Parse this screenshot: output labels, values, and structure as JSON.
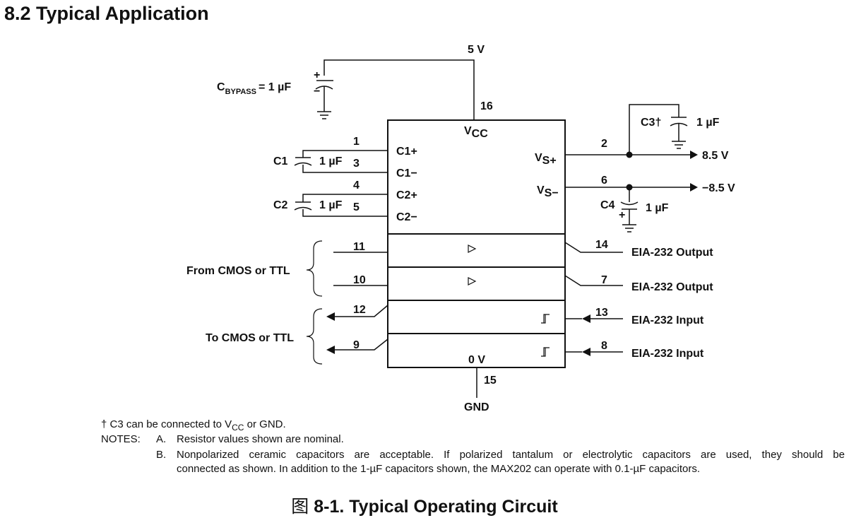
{
  "heading": "8.2 Typical Application",
  "labels": {
    "supply": "5 V",
    "cbypass_c": "C",
    "cbypass_sub": "BYPASS",
    "cbypass_val": "= 1 µF",
    "plus": "+",
    "minus": "−",
    "vcc_v": "V",
    "vcc_sub": "CC",
    "vs_plus_v": "V",
    "vs_plus_sub": "S+",
    "vs_minus_v": "V",
    "vs_minus_sub": "S−",
    "c1": "C1",
    "c2": "C2",
    "c3": "C3",
    "c3_dagger": "†",
    "c4": "C4",
    "cap_value": "1 µF",
    "c1p": "C1+",
    "c1m": "C1−",
    "c2p": "C2+",
    "c2m": "C2−",
    "out_pos": "8.5 V",
    "out_neg": "−8.5 V",
    "from_cmos": "From CMOS or TTL",
    "to_cmos": "To CMOS or TTL",
    "eia_output": "EIA-232 Output",
    "eia_input": "EIA-232 Input",
    "zero_v": "0 V",
    "gnd": "GND"
  },
  "pins": {
    "p16": "16",
    "p1": "1",
    "p3": "3",
    "p4": "4",
    "p5": "5",
    "p2": "2",
    "p6": "6",
    "p11": "11",
    "p10": "10",
    "p12": "12",
    "p9": "9",
    "p14": "14",
    "p7": "7",
    "p13": "13",
    "p8": "8",
    "p15": "15"
  },
  "footnote": {
    "dagger": "†",
    "text_a": "C3 can be connected to V",
    "text_sub": "CC",
    "text_b": " or GND."
  },
  "notes": {
    "label": "NOTES:",
    "a_letter": "A.",
    "a_text": "Resistor values shown are nominal.",
    "b_letter": "B.",
    "b_line1": "Nonpolarized ceramic capacitors are acceptable. If polarized tantalum or electrolytic capacitors are used, they should be",
    "b_line2": "connected as shown. In addition to the 1-µF capacitors shown, the MAX202 can operate with 0.1-µF capacitors."
  },
  "caption": {
    "prefix": "图",
    "text": " 8-1. Typical Operating Circuit"
  }
}
